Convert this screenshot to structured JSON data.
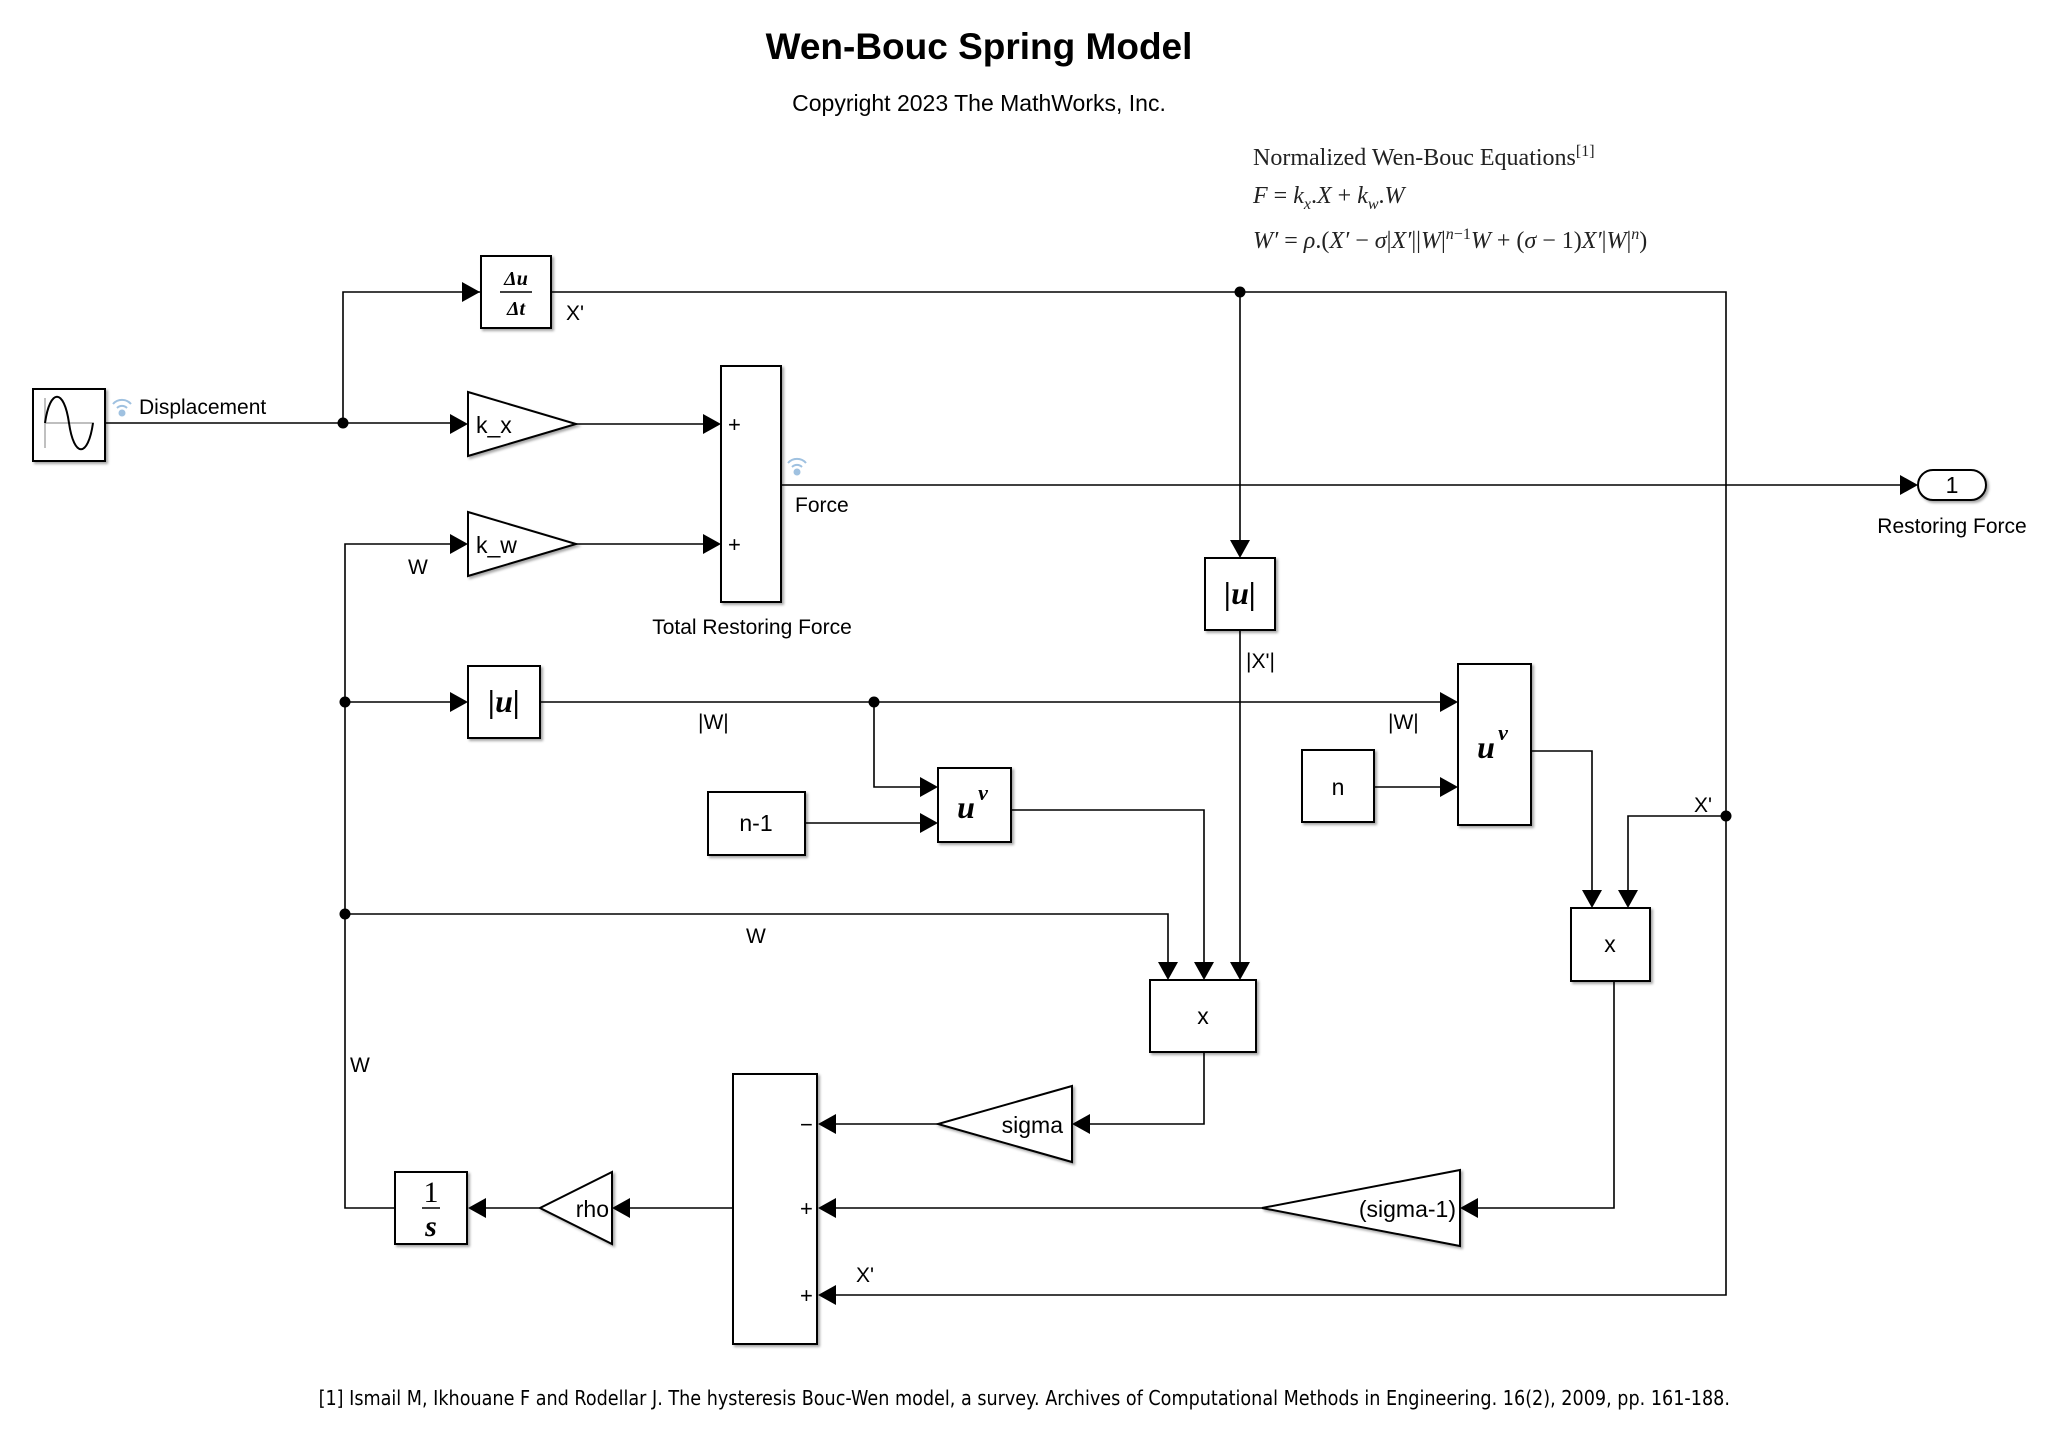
{
  "header": {
    "title": "Wen-Bouc Spring Model",
    "copyright": "Copyright 2023 The MathWorks, Inc."
  },
  "equations": {
    "heading": "Normalized Wen-Bouc Equations",
    "heading_ref": "[1]",
    "force_equation": "F = k_x.X + k_w.W",
    "w_equation": "W' = ρ.(X' − σ|X'||W|^(n−1)W + (σ − 1)X'|W|^n)"
  },
  "blocks": {
    "source": {
      "name": "Sine Wave",
      "icon": "sine-wave-icon"
    },
    "derivative": {
      "num": "Δu",
      "den": "Δt"
    },
    "gain_kx": "k_x",
    "gain_kw": "k_w",
    "sum_force": {
      "signs": [
        "+",
        "+"
      ],
      "label": "Total Restoring Force"
    },
    "outport": {
      "number": "1",
      "label": "Restoring Force"
    },
    "abs_xdot": "|u|",
    "abs_w": "|u|",
    "pow_n1": {
      "base": "u",
      "exp": "v"
    },
    "pow_n": {
      "base": "u",
      "exp": "v"
    },
    "const_n1": "n-1",
    "const_n": "n",
    "product_left": "x",
    "product_right": "x",
    "gain_sigma": "sigma",
    "gain_sigma1": "(sigma-1)",
    "sum_w": {
      "signs": [
        "−",
        "+",
        "+"
      ]
    },
    "gain_rho": "rho",
    "integrator": {
      "num": "1",
      "den": "s"
    }
  },
  "signals": {
    "displacement": "Displacement",
    "xdot_top": "X'",
    "force": "Force",
    "w_kw": "W",
    "abs_xdot": "|X'|",
    "abs_w_left": "|W|",
    "abs_w_right": "|W|",
    "xdot_right": "X'",
    "w_mid": "W",
    "w_left": "W",
    "xdot_bottom": "X'"
  },
  "footnote": "[1] Ismail M, Ikhouane F and Rodellar J. The hysteresis Bouc-Wen model, a survey. Archives of Computational Methods in Engineering. 16(2), 2009, pp. 161-188."
}
